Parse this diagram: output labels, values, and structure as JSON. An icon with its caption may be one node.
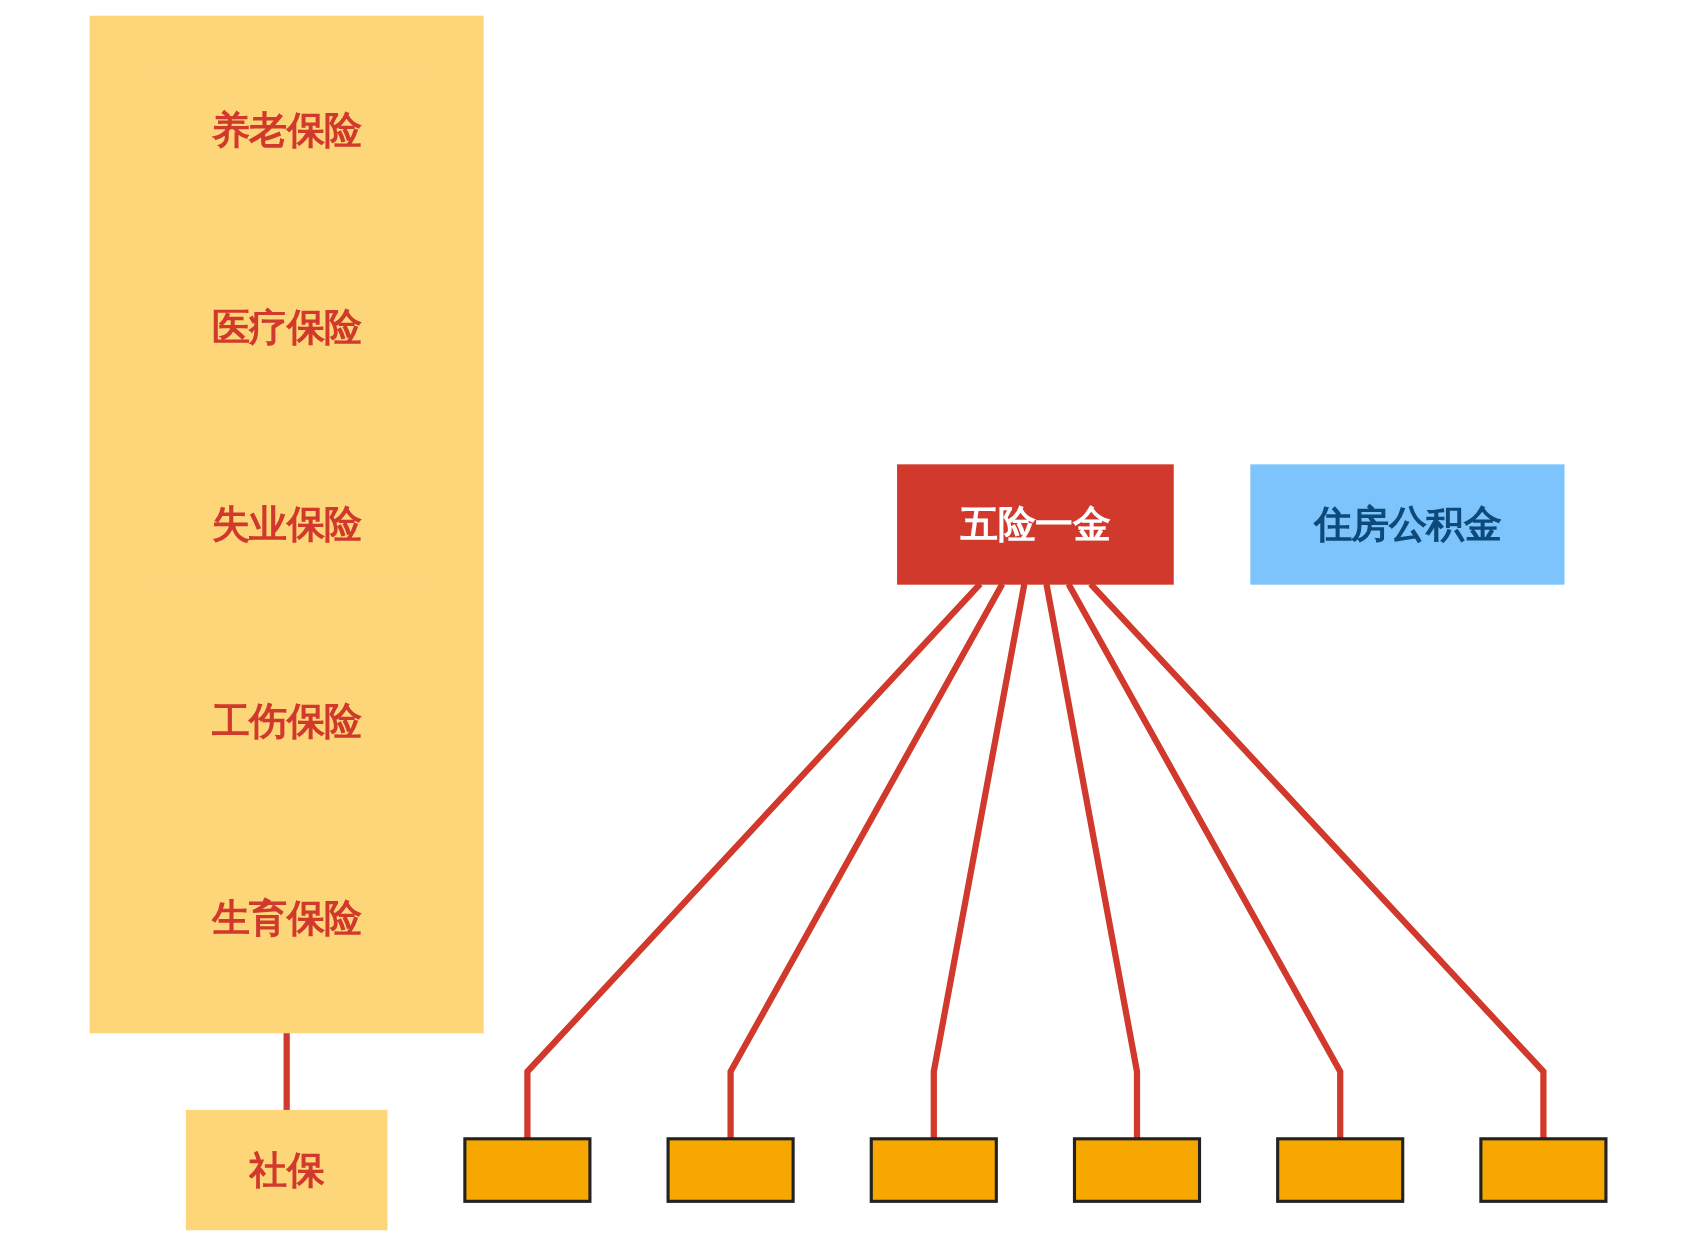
{
  "diagram": {
    "nodes": [
      {
        "text": [
          "五险一金"
        ]
      },
      {
        "text": [],
        "shape": "box"
      },
      {
        "text": [],
        "shape": "box"
      },
      {
        "text": [],
        "shape": "box"
      },
      {
        "text": [],
        "shape": "box"
      },
      {
        "text": [],
        "shape": "box"
      },
      {
        "text": [],
        "shape": "box"
      },
      {
        "text": [],
        "shape": "box"
      },
      {
        "text": [
          "养老保险"
        ],
        "in": 7
      },
      {
        "text": [
          "医疗保险"
        ],
        "in": 7
      },
      {
        "text": [
          "失业保险"
        ],
        "in": 7
      },
      {
        "text": [
          "工伤保险"
        ],
        "in": 7
      },
      {
        "text": [
          "生育保险"
        ],
        "in": 7
      },
      {
        "text": [
          "住房公积金"
        ]
      },
      {
        "text": [
          "社保"
        ]
      }
    ],
    "edges": [
      {
        "from": 0,
        "to": 1,
        "arrow": "none"
      },
      {
        "from": 0,
        "to": 2,
        "arrow": "none"
      },
      {
        "from": 0,
        "to": 3,
        "arrow": "none"
      },
      {
        "from": 0,
        "to": 4,
        "arrow": "none"
      },
      {
        "from": 0,
        "to": 5,
        "arrow": "none"
      },
      {
        "from": 0,
        "to": 6,
        "arrow": "none"
      },
      {
        "from": 7,
        "to": 14,
        "arrow": "none"
      }
    ]
  }
}
